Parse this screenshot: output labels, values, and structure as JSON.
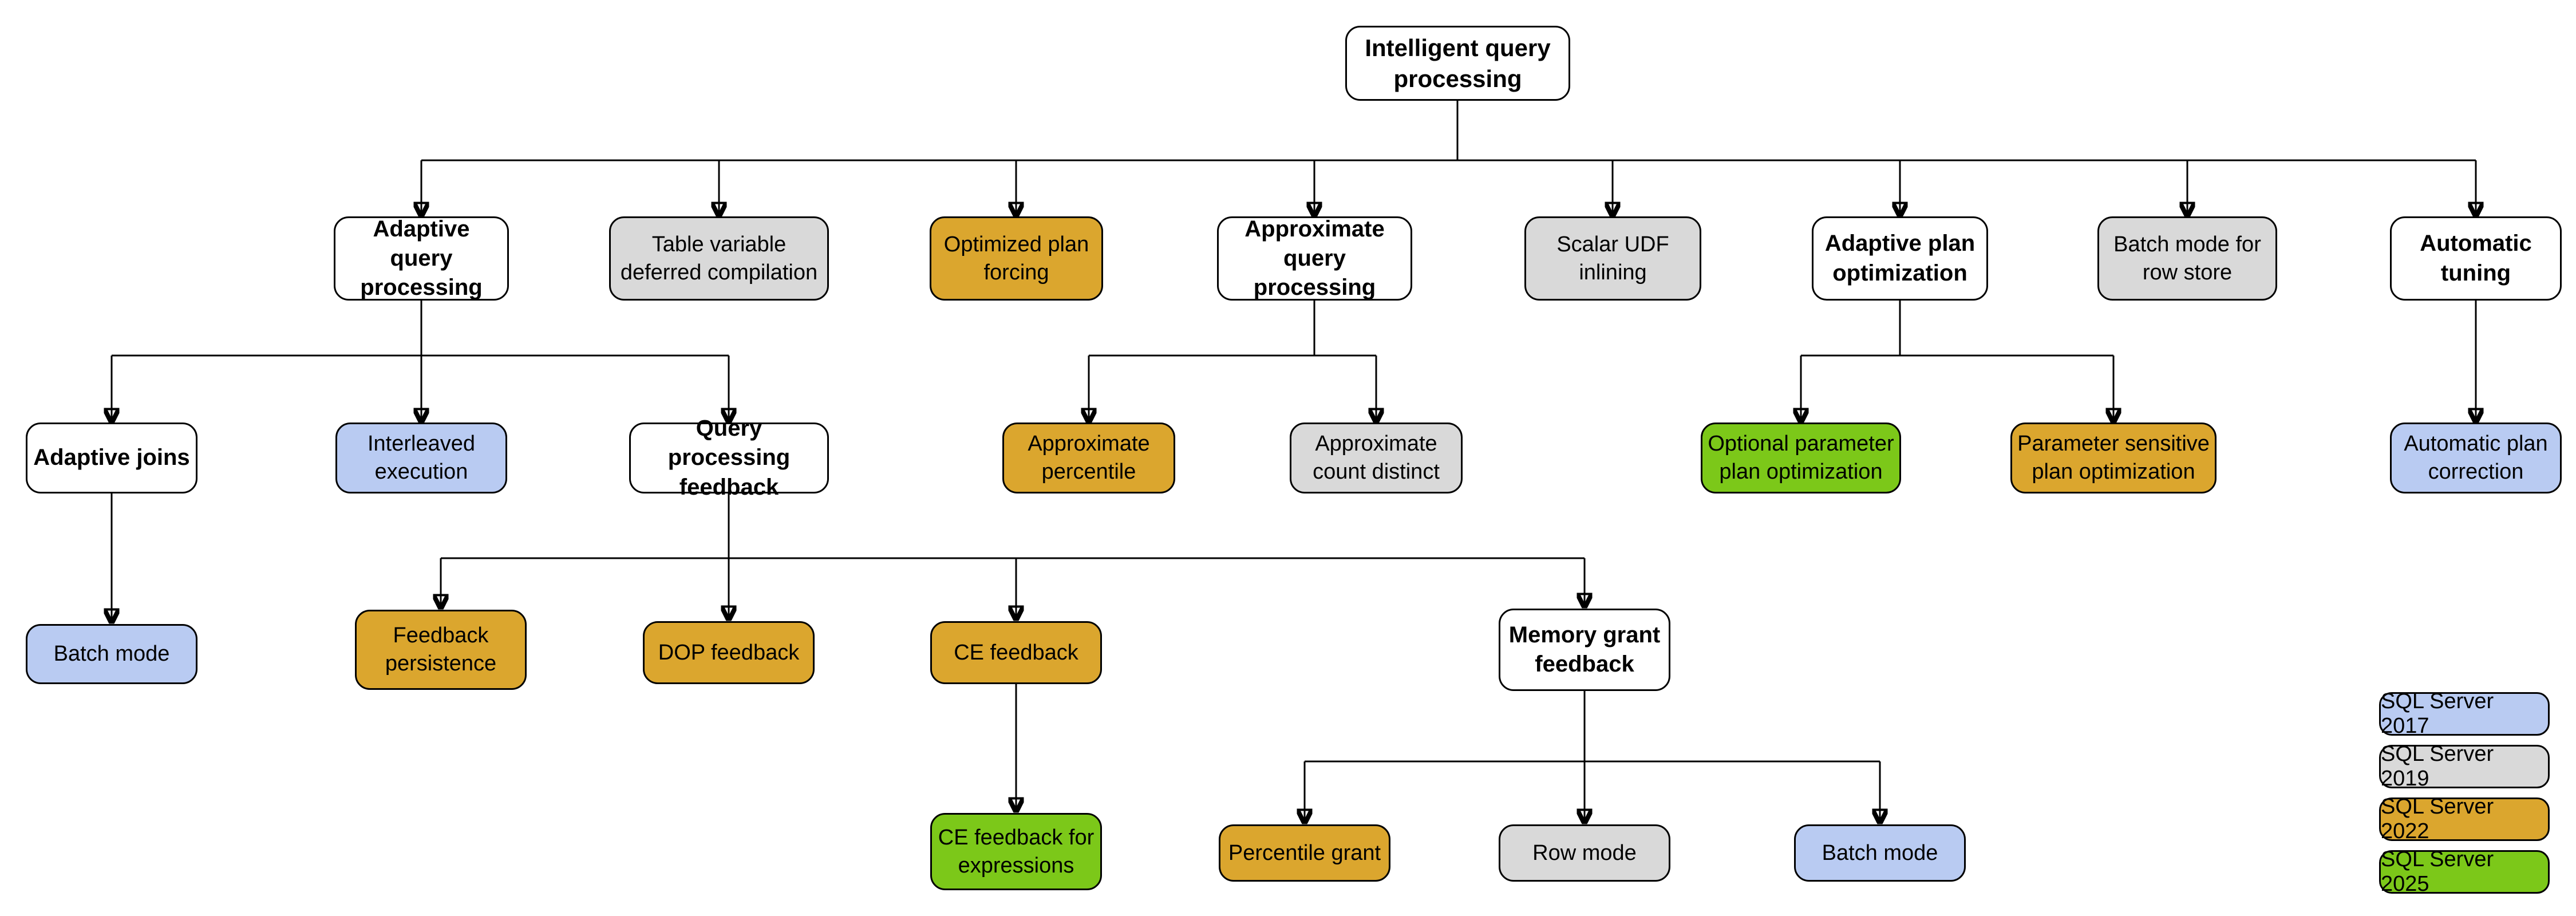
{
  "colors": {
    "parent": "#FFFFFF",
    "sql2017": "#B9CBF2",
    "sql2019": "#D9D9D9",
    "sql2022": "#DBA62E",
    "sql2025": "#7CC819",
    "line": "#000000"
  },
  "nodes": {
    "root": {
      "label": "Intelligent query\nprocessing",
      "category": "parent"
    },
    "adaptive_query_processing": {
      "label": "Adaptive query\nprocessing",
      "category": "parent"
    },
    "table_variable_deferred_compilation": {
      "label": "Table variable\ndeferred compilation",
      "category": "sql2019"
    },
    "optimized_plan_forcing": {
      "label": "Optimized plan\nforcing",
      "category": "sql2022"
    },
    "approximate_query_processing": {
      "label": "Approximate\nquery processing",
      "category": "parent"
    },
    "scalar_udf_inlining": {
      "label": "Scalar UDF\ninlining",
      "category": "sql2019"
    },
    "adaptive_plan_optimization": {
      "label": "Adaptive plan\noptimization",
      "category": "parent"
    },
    "batch_mode_for_row_store": {
      "label": "Batch mode for\nrow store",
      "category": "sql2019"
    },
    "automatic_tuning": {
      "label": "Automatic\ntuning",
      "category": "parent"
    },
    "adaptive_joins": {
      "label": "Adaptive joins",
      "category": "parent"
    },
    "interleaved_execution": {
      "label": "Interleaved\nexecution",
      "category": "sql2017"
    },
    "query_processing_feedback": {
      "label": "Query processing\nfeedback",
      "category": "parent"
    },
    "approximate_percentile": {
      "label": "Approximate\npercentile",
      "category": "sql2022"
    },
    "approximate_count_distinct": {
      "label": "Approximate\ncount distinct",
      "category": "sql2019"
    },
    "optional_parameter_plan_optimization": {
      "label": "Optional parameter\nplan optimization",
      "category": "sql2025"
    },
    "parameter_sensitive_plan_optimization": {
      "label": "Parameter sensitive\nplan optimization",
      "category": "sql2022"
    },
    "automatic_plan_correction": {
      "label": "Automatic plan\ncorrection",
      "category": "sql2017"
    },
    "batch_mode_adaptive_joins": {
      "label": "Batch mode",
      "category": "sql2017"
    },
    "feedback_persistence": {
      "label": "Feedback\npersistence",
      "category": "sql2022"
    },
    "dop_feedback": {
      "label": "DOP feedback",
      "category": "sql2022"
    },
    "ce_feedback": {
      "label": "CE feedback",
      "category": "sql2022"
    },
    "memory_grant_feedback": {
      "label": "Memory grant\nfeedback",
      "category": "parent"
    },
    "ce_feedback_for_expressions": {
      "label": "CE feedback for\nexpressions",
      "category": "sql2025"
    },
    "percentile_grant": {
      "label": "Percentile grant",
      "category": "sql2022"
    },
    "row_mode": {
      "label": "Row mode",
      "category": "sql2019"
    },
    "batch_mode_memory_grant": {
      "label": "Batch mode",
      "category": "sql2017"
    }
  },
  "legend": {
    "items": [
      {
        "label": "SQL Server 2017",
        "category": "sql2017"
      },
      {
        "label": "SQL Server 2019",
        "category": "sql2019"
      },
      {
        "label": "SQL Server 2022",
        "category": "sql2022"
      },
      {
        "label": "SQL Server 2025",
        "category": "sql2025"
      }
    ]
  }
}
